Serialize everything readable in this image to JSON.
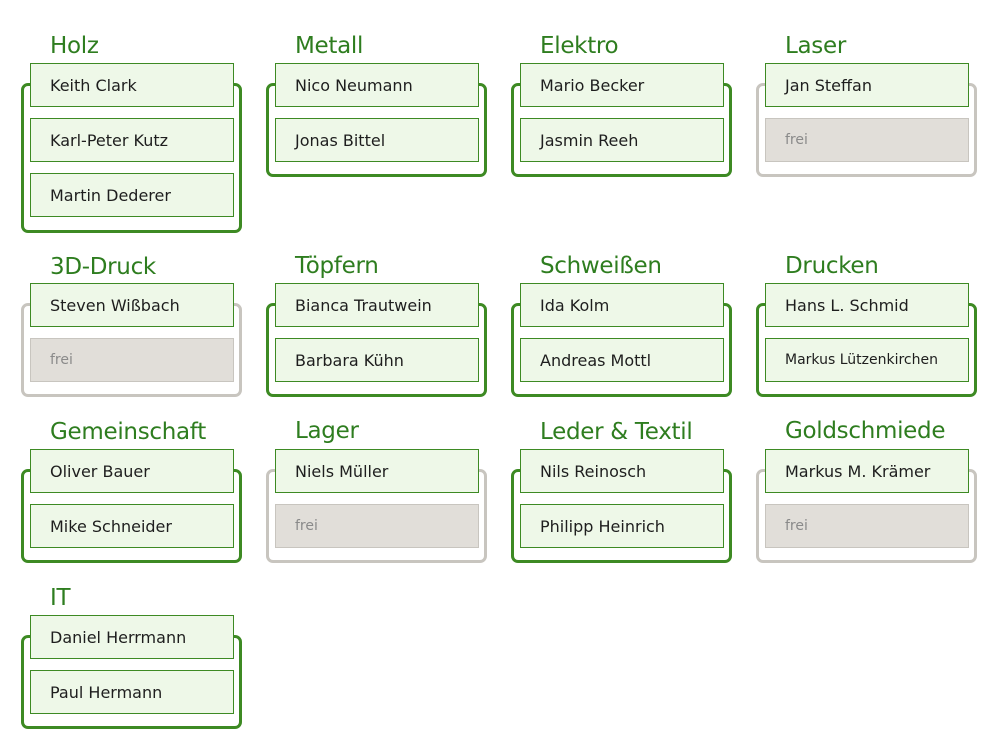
{
  "groups": [
    {
      "title": "Holz",
      "members": [
        "Keith Clark",
        "Karl-Peter Kutz",
        "Martin Dederer"
      ]
    },
    {
      "title": "Metall",
      "members": [
        "Nico Neumann",
        "Jonas Bittel"
      ]
    },
    {
      "title": "Elektro",
      "members": [
        "Mario Becker",
        "Jasmin Reeh"
      ]
    },
    {
      "title": "Laser",
      "members": [
        "Jan Steffan",
        "frei"
      ]
    },
    {
      "title": "3D-Druck",
      "members": [
        "Steven Wißbach",
        "frei"
      ]
    },
    {
      "title": "Töpfern",
      "members": [
        "Bianca Trautwein",
        "Barbara Kühn"
      ]
    },
    {
      "title": "Schweißen",
      "members": [
        "Ida Kolm",
        "Andreas Mottl"
      ]
    },
    {
      "title": "Drucken",
      "members": [
        "Hans L. Schmid",
        "Markus Lützenkirchen"
      ]
    },
    {
      "title": "Gemeinschaft",
      "members": [
        "Oliver Bauer",
        "Mike Schneider"
      ]
    },
    {
      "title": "Lager",
      "members": [
        "Niels Müller",
        "frei"
      ]
    },
    {
      "title": "Leder & Textil",
      "members": [
        "Nils Reinosch",
        "Philipp Heinrich"
      ]
    },
    {
      "title": "Goldschmiede",
      "members": [
        "Markus M. Krämer",
        "frei"
      ]
    },
    {
      "title": "IT",
      "members": [
        "Daniel Herrmann",
        "Paul Hermann"
      ]
    }
  ],
  "free_label": "frei",
  "colors": {
    "green": "#3d8a23",
    "title_green": "#2e7d1f",
    "slot_fill": "#eef8e8",
    "free_fill": "#e1ded9",
    "free_border": "#c8c5bf"
  }
}
